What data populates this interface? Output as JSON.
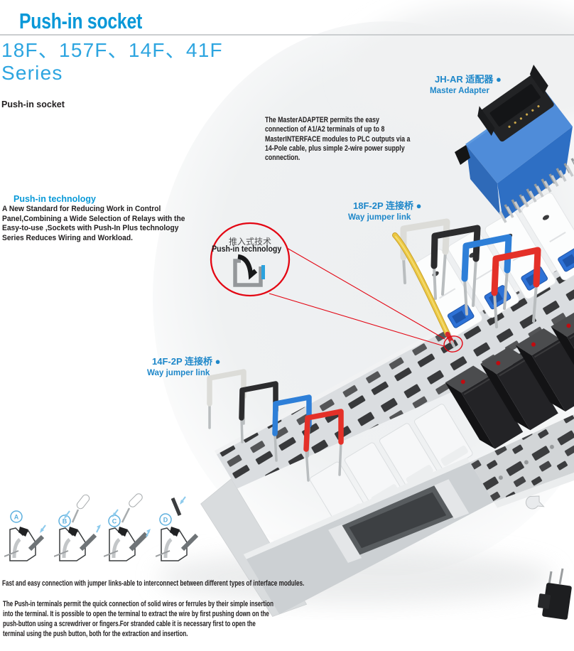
{
  "page": {
    "title": "Push-in socket",
    "series_line1": "18F、157F、14F、41F",
    "series_line2": "Series",
    "subheading": "Push-in socket"
  },
  "adapter_note": {
    "lines": [
      "The MasterADAPTER permits the easy",
      "connection of A1/A2 terminals of up to 8",
      "MasterINTERFACE  modules to PLC outputs via a",
      "14-Pole cable, plus simple 2-wire power supply",
      "connection."
    ]
  },
  "labels": {
    "master_adapter": {
      "line1": "JH-AR 适配器  ●",
      "line2": "Master Adapter"
    },
    "jumper_18f": {
      "line1": "18F-2P 连接桥  ●",
      "line2": "Way jumper link"
    },
    "jumper_14f": {
      "line1": "14F-2P 连接桥  ●",
      "line2": "Way jumper link"
    }
  },
  "tech_note": {
    "heading": "Push-in technology",
    "lines": [
      "A New Standard for Reducing Work in Control",
      "Panel,Combining a Wide Selection of Relays with the",
      "Easy-to-use ,Sockets with Push-In Plus technology",
      "Series Reduces Wiring and Workload."
    ]
  },
  "callout": {
    "zh": "推入式技术",
    "en": "Push-in technology"
  },
  "diagrams": {
    "steps": [
      {
        "label": "A"
      },
      {
        "label": "B"
      },
      {
        "label": "C"
      },
      {
        "label": "D"
      }
    ]
  },
  "footer": {
    "line1": "Fast and easy connection with jumper links-able to interconnect between different types of interface modules.",
    "para_lines": [
      "The Push-in terminals permit the quick connection of solid wires or ferrules by their simple insertion",
      "into the terminal. It is possible to open the terminal to extract the wire by first pushing down on the",
      "push-button using a screwdriver or fingers.For stranded cable it is necessary first to open the",
      "terminal using the push button, both for the extraction and insertion."
    ]
  },
  "colors": {
    "accent_blue": "#0898d8",
    "series_blue": "#2da5e0",
    "label_blue": "#1e87c9",
    "callout_red": "#e30613",
    "adapter_blue": "#3f80d2",
    "wire_yellow": "#ecc843",
    "jumper_white": "#dcdcd8",
    "jumper_black": "#2c2c2e",
    "jumper_blue": "#2e7fd8",
    "jumper_red": "#e43028"
  }
}
